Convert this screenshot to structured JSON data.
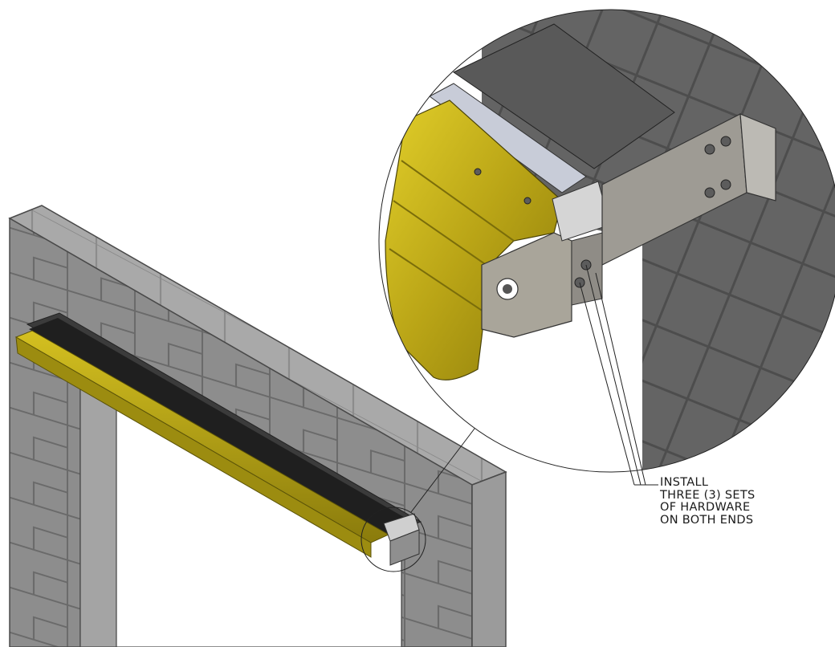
{
  "callout": {
    "lines": [
      "INSTALL",
      "THREE (3) SETS",
      "OF HARDWARE",
      "ON BOTH ENDS"
    ]
  }
}
